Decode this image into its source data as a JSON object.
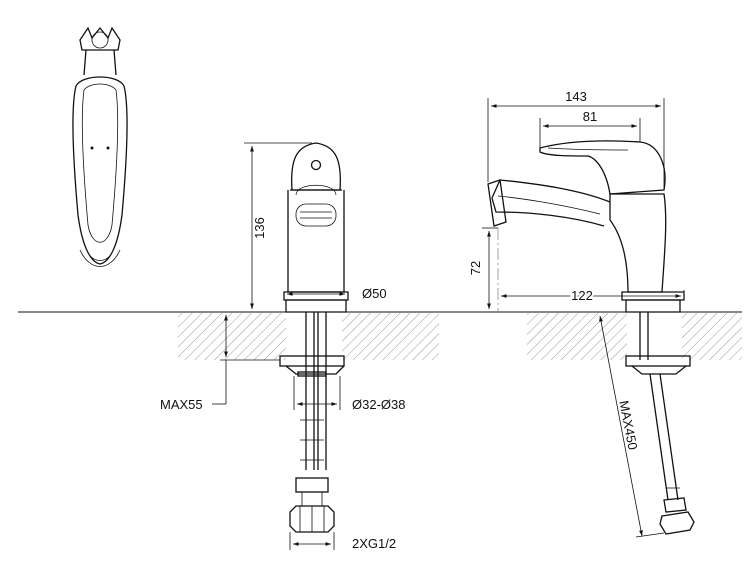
{
  "dimensions": {
    "height_body": "136",
    "base_diameter": "Ø50",
    "max_thickness": "MAX55",
    "hole_diameter": "Ø32-Ø38",
    "hose_thread": "2XG1/2",
    "total_length": "143",
    "lever_length": "81",
    "spout_height": "72",
    "spout_reach": "122",
    "hose_length": "MAX450"
  }
}
